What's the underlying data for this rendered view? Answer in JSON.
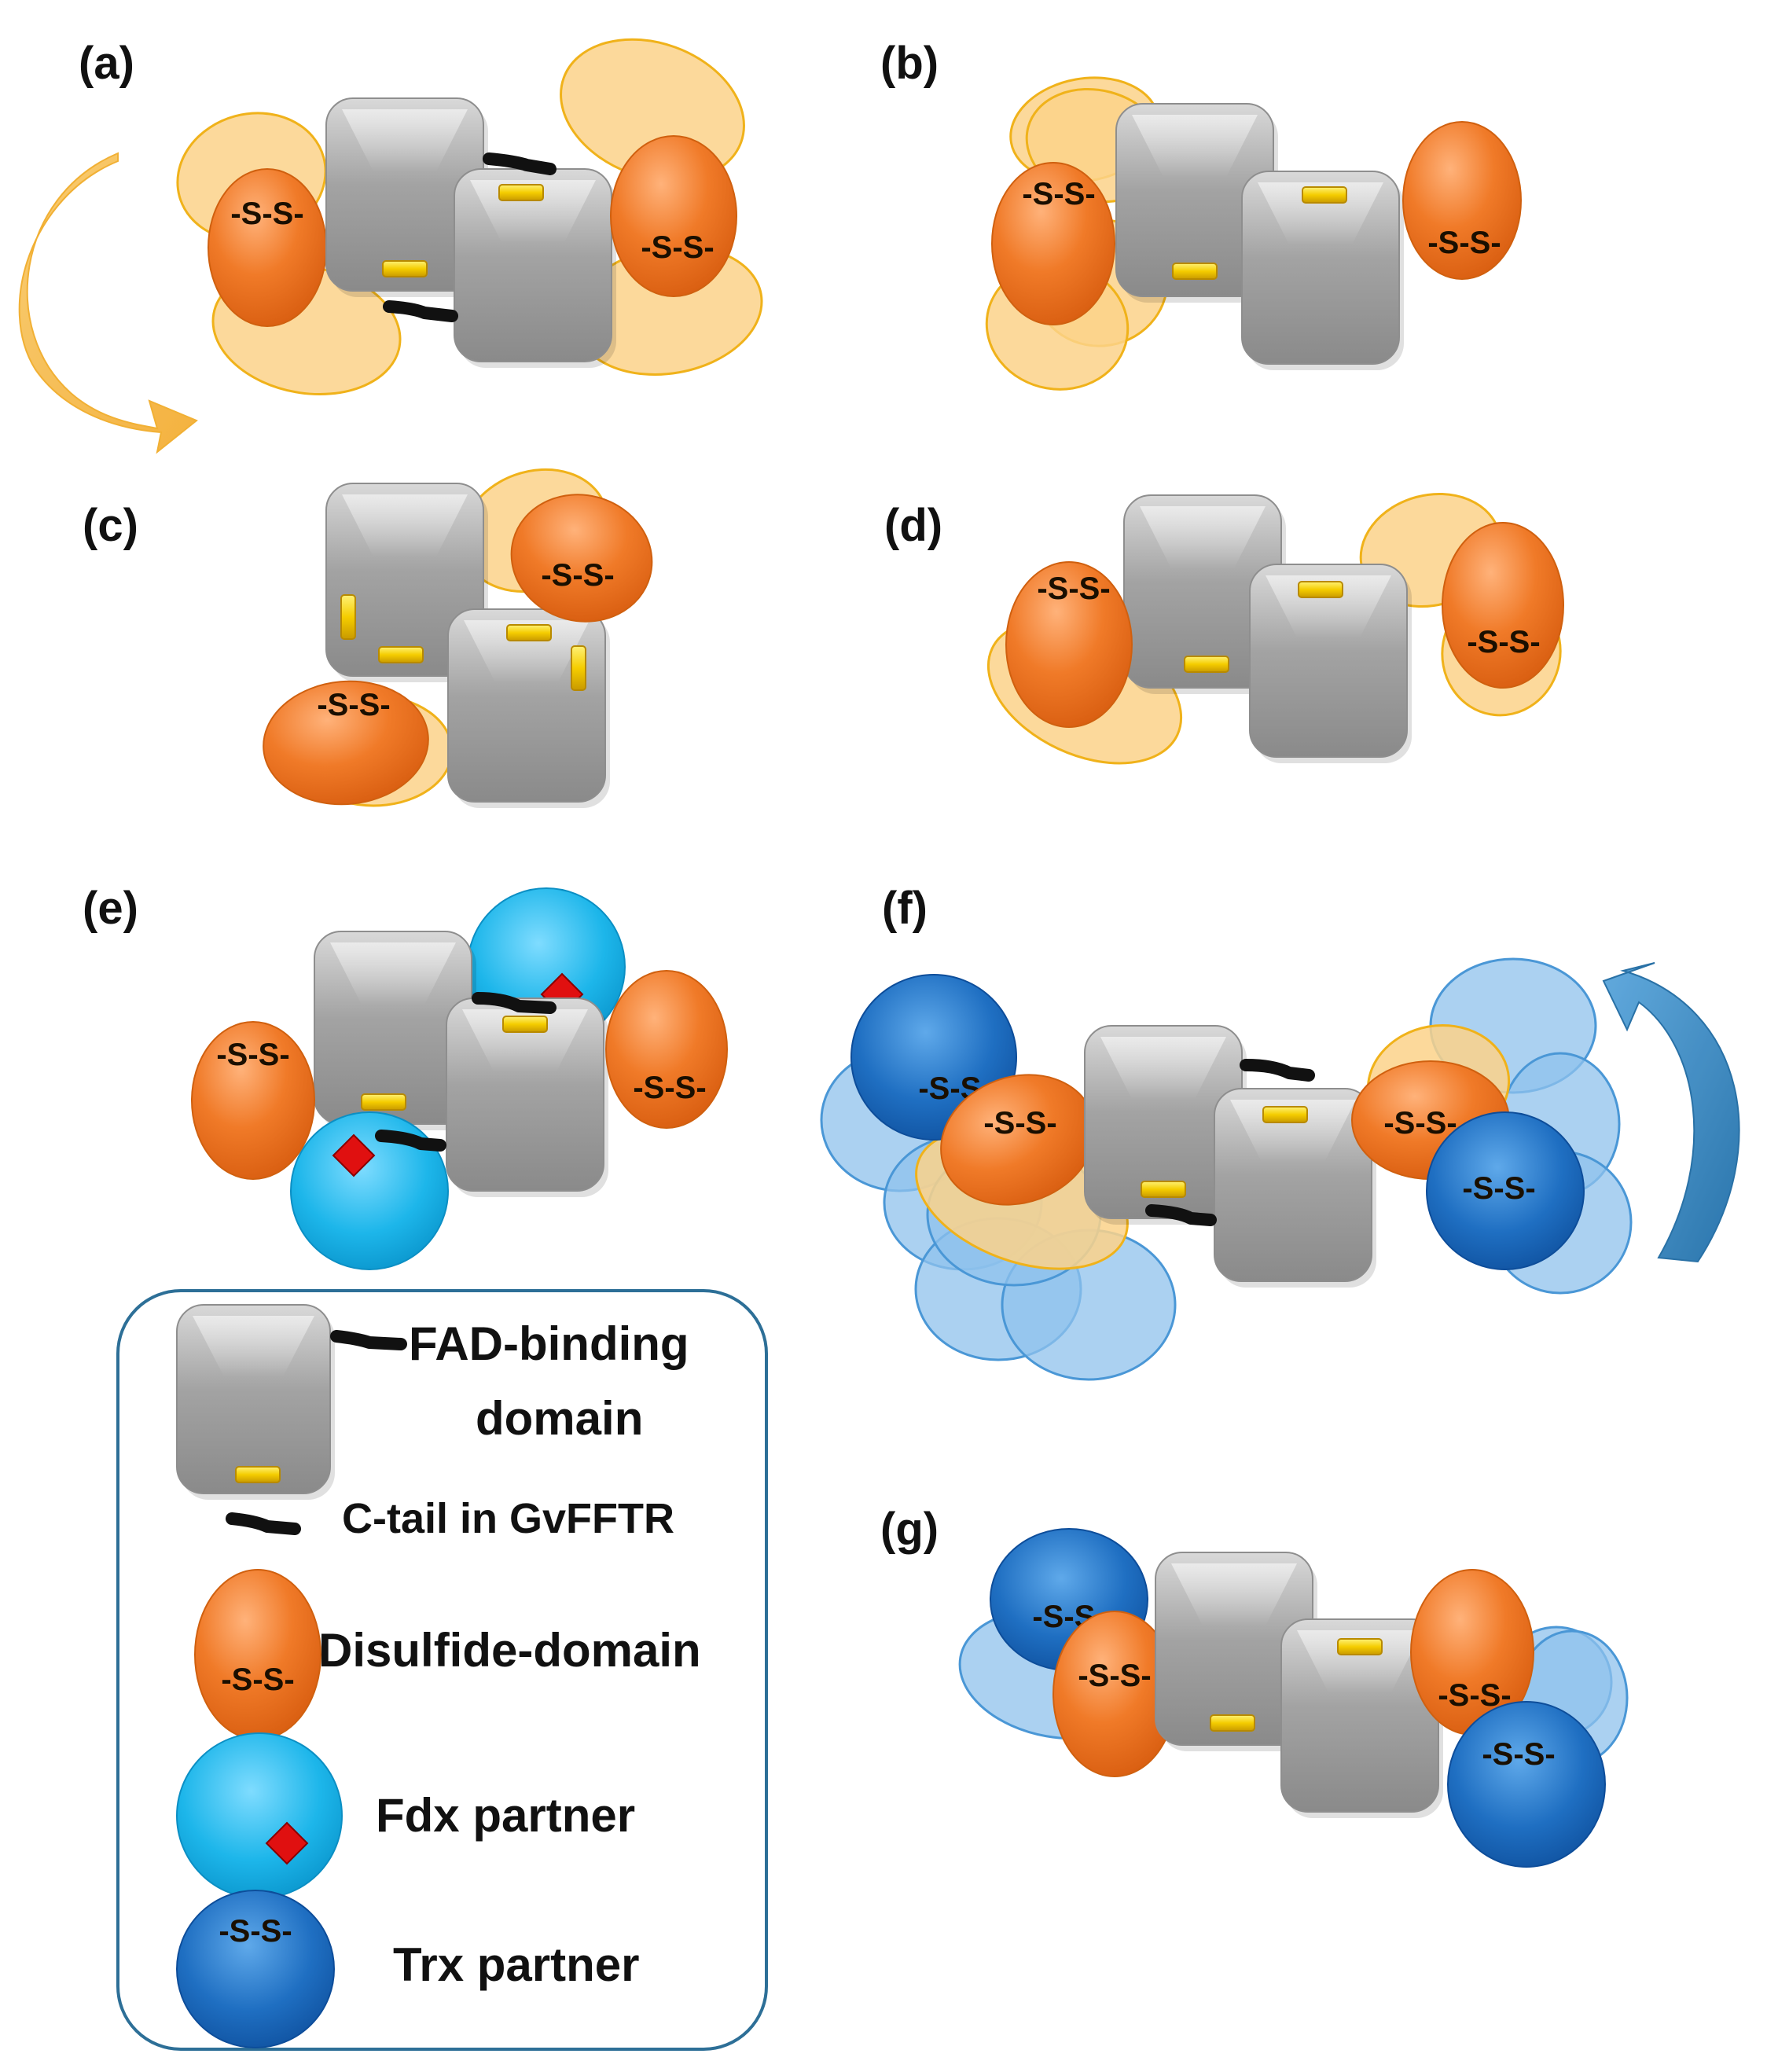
{
  "panels": {
    "a": "(a)",
    "b": "(b)",
    "c": "(c)",
    "d": "(d)",
    "e": "(e)",
    "f": "(f)",
    "g": "(g)"
  },
  "disulfide_text": "-S-S-",
  "legend": {
    "fad_line1": "FAD-binding",
    "fad_line2": "domain",
    "ctail": "C-tail in GvFFTR",
    "disulfide": "Disulfide-domain",
    "fdx": "Fdx partner",
    "trx": "Trx partner"
  },
  "colors": {
    "fad_domain": "#9a9a9a",
    "fad_cofactor": "#f2c400",
    "disulfide_domain": "#ee7322",
    "disulfide_ghost": "#fcd28a",
    "fdx_partner": "#19b4ea",
    "fdx_cluster": "#e01010",
    "trx_partner": "#1f6fc2",
    "trx_ghost": "#8fc2ec",
    "rotation_arrow_orange": "#f6b93c",
    "rotation_arrow_blue": "#2f86c4",
    "legend_border": "#2d6f97"
  }
}
